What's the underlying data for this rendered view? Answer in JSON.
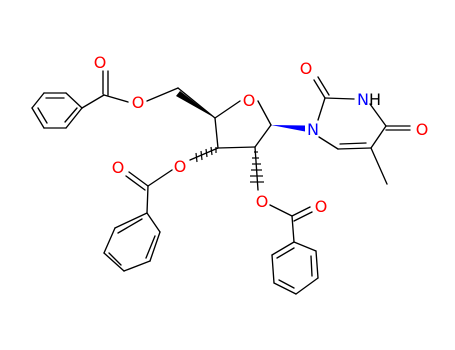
{
  "atoms": {
    "o_ring": "O",
    "o_5": "O",
    "o_5_carbonyl": "O",
    "o_3": "O",
    "o_3_carbonyl": "O",
    "o_2": "O",
    "o_2_carbonyl": "O",
    "n_1": "N",
    "o_c2": "O",
    "n_3": "N",
    "h_n3": "H",
    "o_c4": "O"
  },
  "colors": {
    "oxygen": "#ff0000",
    "nitrogen": "#0000ff",
    "bond": "#000000",
    "background": "#ffffff"
  }
}
